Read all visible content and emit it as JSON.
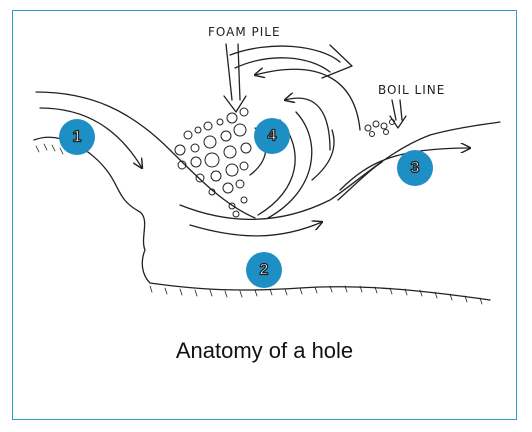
{
  "labels": {
    "foam_pile": "FOAM PILE",
    "boil_line": "BOIL LINE"
  },
  "badges": [
    {
      "number": "1"
    },
    {
      "number": "2"
    },
    {
      "number": "3"
    },
    {
      "number": "4"
    }
  ],
  "caption": "Anatomy of a hole",
  "colors": {
    "badge": "#1e8fc4",
    "frame": "#2a9fd0",
    "ink": "#222222"
  }
}
